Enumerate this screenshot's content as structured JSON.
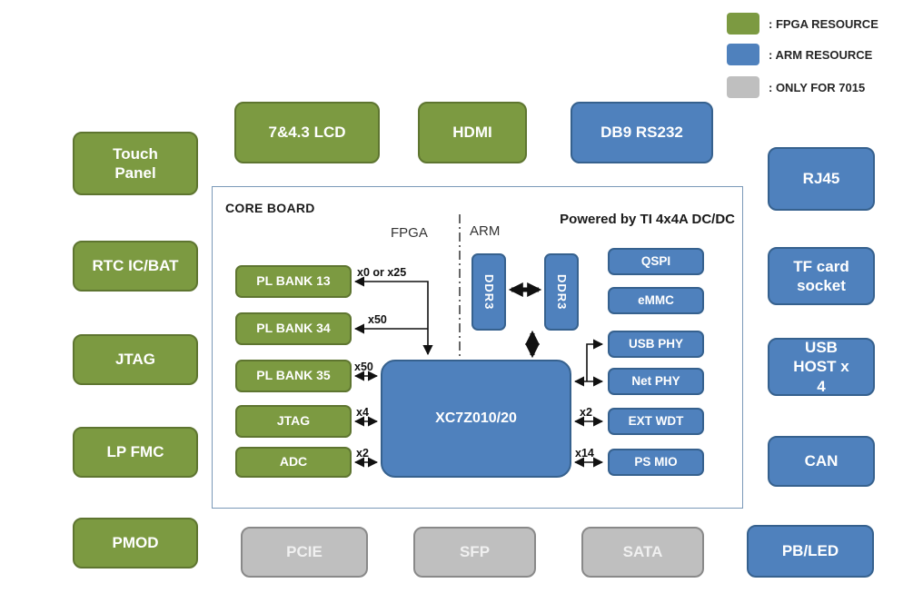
{
  "legend": {
    "fpga": ": FPGA RESOURCE",
    "arm": ": ARM RESOURCE",
    "only7015": ": ONLY FOR 7015"
  },
  "peripherals": {
    "left": [
      "Touch Panel",
      "RTC IC/BAT",
      "JTAG",
      "LP FMC",
      "PMOD"
    ],
    "top": [
      "7&4.3 LCD",
      "HDMI",
      "DB9 RS232"
    ],
    "right": [
      "RJ45",
      "TF card socket",
      "USB HOST x 4",
      "CAN",
      "PB/LED"
    ],
    "bottom": [
      "PCIE",
      "SFP",
      "SATA"
    ]
  },
  "core_board": {
    "title": "CORE BOARD",
    "fpga_side_label": "FPGA",
    "arm_side_label": "ARM",
    "power_note": "Powered by TI 4x4A DC/DC",
    "soc_label": "XC7Z010/20",
    "pl_blocks": [
      "PL BANK 13",
      "PL BANK 34",
      "PL BANK 35",
      "JTAG",
      "ADC"
    ],
    "ddr_blocks": [
      "DDR3",
      "DDR3"
    ],
    "ps_blocks": [
      "QSPI",
      "eMMC",
      "USB PHY",
      "Net PHY",
      "EXT WDT",
      "PS MIO"
    ],
    "bus_labels": {
      "pl_bank_13": "x0 or x25",
      "pl_bank_34": "x50",
      "pl_bank_35": "x50",
      "jtag": "x4",
      "adc": "x2",
      "ext_wdt": "x2",
      "ps_mio": "x14"
    }
  },
  "colors": {
    "fpga_green": "#7c9a41",
    "arm_blue": "#4f81bd",
    "gray_7015": "#bfbfbf"
  }
}
